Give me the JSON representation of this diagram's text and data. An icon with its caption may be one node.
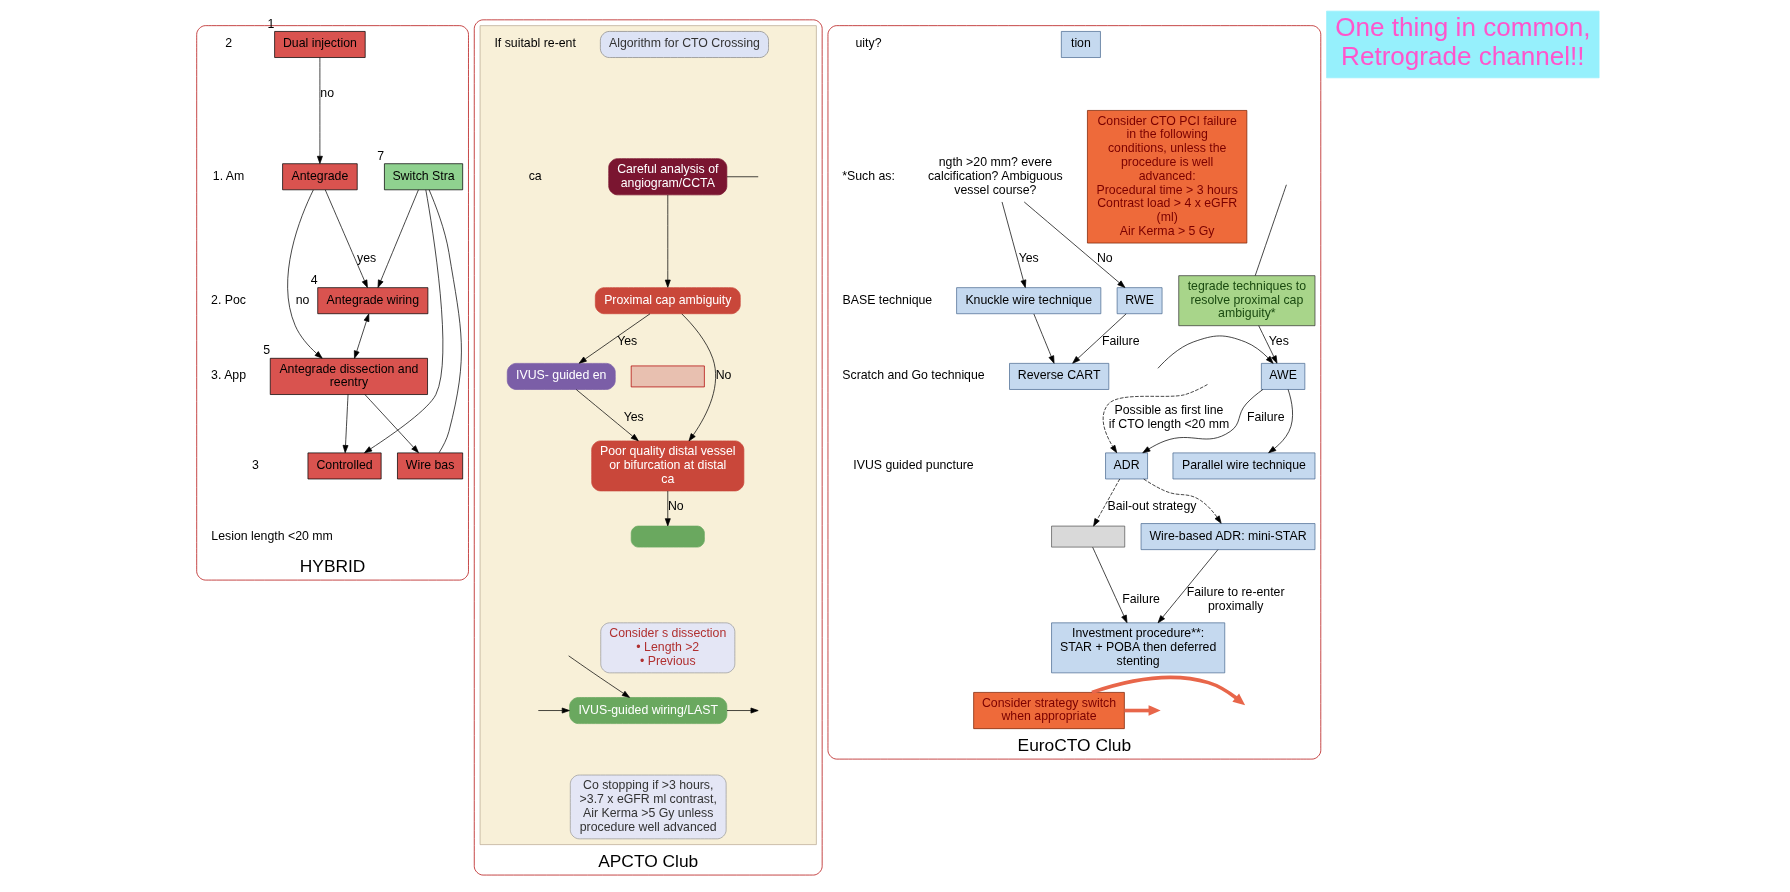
{
  "diagram": {
    "nodes": [
      {
        "text": [
          "HYBRID"
        ]
      },
      {
        "text": [
          "Dual injection"
        ],
        "in": 0,
        "beside": [
          "1"
        ]
      },
      {
        "text": [
          "Antegrade"
        ],
        "in": 0
      },
      {
        "text": [
          "Antegrade wiring"
        ],
        "in": 0,
        "beside": [
          "4"
        ]
      },
      {
        "text": [
          "Antegrade dissection and reentry"
        ],
        "in": 0,
        "beside": [
          "5"
        ]
      },
      {
        "text": [
          "Controlled"
        ],
        "in": 0
      },
      {
        "text": [
          "Wire bas"
        ],
        "in": 0
      },
      {
        "text": [
          "Switch Stra"
        ],
        "in": 0,
        "beside": [
          "7"
        ]
      },
      {
        "text": [
          "APCTO Club"
        ]
      },
      {
        "text": [],
        "shape": "box",
        "in": 8
      },
      {
        "text": [
          "Algorithm for CTO Crossing"
        ],
        "in": 9
      },
      {
        "text": [
          "Careful analysis of angiogram/CCTA"
        ],
        "in": 9
      },
      {
        "text": [
          "Proximal cap ambiguity"
        ],
        "in": 9
      },
      {
        "text": [
          "IVUS- guided en"
        ],
        "in": 9
      },
      {
        "text": [],
        "shape": "box",
        "in": 9
      },
      {
        "text": [
          "Poor quality distal vessel or bifurcation at distal ca"
        ],
        "in": 9
      },
      {
        "text": [],
        "shape": "box",
        "in": 9
      },
      {
        "text": [
          "Consider s dissection",
          "• Length >2",
          "• Previous"
        ],
        "in": 9
      },
      {
        "text": [
          "IVUS-guided wiring/LAST"
        ],
        "in": 9
      },
      {
        "text": [
          "Co stopping if >3 hours, >3.7 x eGFR ml contrast, Air Kerma >5 Gy unless procedure well advanced"
        ],
        "in": 9
      },
      {
        "text": [
          "EuroCTO Club"
        ]
      },
      {
        "text": [
          "tion"
        ],
        "in": 20
      },
      {
        "text": [
          "Consider CTO PCI failure in the following conditions, unless the procedure is well advanced:",
          "Procedural time > 3 hours",
          "Contrast load > 4 x eGFR (ml)",
          "Air Kerma > 5 Gy"
        ],
        "in": 20
      },
      {
        "text": [
          "tegrade techniques to resolve proximal cap ambiguity*"
        ],
        "in": 20
      },
      {
        "text": [
          "AWE"
        ],
        "in": 20
      },
      {
        "text": [
          "ADR"
        ],
        "in": 20
      },
      {
        "text": [
          "Parallel wire technique"
        ],
        "in": 20
      },
      {
        "text": [],
        "shape": "box",
        "in": 20
      },
      {
        "text": [
          "Wire-based ADR: mini-STAR"
        ],
        "in": 20
      },
      {
        "text": [
          "Investment procedure**: STAR + POBA then deferred stenting"
        ],
        "in": 20
      },
      {
        "text": [
          "ngth >20 mm? evere calcification? Ambiguous vessel course?"
        ],
        "in": 20
      },
      {
        "text": [
          "RWE"
        ],
        "in": 20
      },
      {
        "text": [
          "Knuckle wire technique"
        ],
        "in": 20
      },
      {
        "text": [
          "Reverse CART"
        ],
        "in": 20
      },
      {
        "text": [
          "Consider strategy switch when appropriate"
        ],
        "in": 20
      },
      {
        "text": [
          "One thing in common, Retrograde channel!!"
        ]
      }
    ],
    "edges": [
      {
        "from": 1,
        "to": 2,
        "arrow": "to",
        "label": "no"
      },
      {
        "from": 2,
        "to": 3,
        "arrow": "to",
        "label": "yes"
      },
      {
        "from": 2,
        "to": 4,
        "arrow": "to",
        "label": "no"
      },
      {
        "from": 3,
        "to": 4,
        "arrow": "both"
      },
      {
        "from": 4,
        "to": 5,
        "arrow": "to"
      },
      {
        "from": 4,
        "to": 6,
        "arrow": "to"
      },
      {
        "from": 7,
        "to": 3,
        "arrow": "to"
      },
      {
        "from": 7,
        "to": 5,
        "arrow": "to"
      },
      {
        "from": 7,
        "to": 6,
        "arrow": "none"
      },
      {
        "from": 11,
        "to": null,
        "arrow": "none"
      },
      {
        "from": 11,
        "to": 12,
        "arrow": "to"
      },
      {
        "from": 12,
        "to": 13,
        "arrow": "to",
        "label": "Yes"
      },
      {
        "from": 12,
        "to": 15,
        "arrow": "to",
        "label": "No"
      },
      {
        "from": 13,
        "to": 15,
        "arrow": "to",
        "label": "Yes"
      },
      {
        "from": 15,
        "to": 16,
        "arrow": "to",
        "label": "No"
      },
      {
        "from": null,
        "to": 18,
        "arrow": "to"
      },
      {
        "from": 18,
        "to": null,
        "arrow": "to"
      },
      {
        "from": null,
        "to": 18,
        "arrow": "to"
      },
      {
        "from": null,
        "to": 23,
        "arrow": "none"
      },
      {
        "from": 23,
        "to": 24,
        "arrow": "to",
        "label": "Yes"
      },
      {
        "from": 24,
        "to": 25,
        "arrow": "to",
        "label": "Failure"
      },
      {
        "from": 24,
        "to": 26,
        "arrow": "to"
      },
      {
        "from": null,
        "to": 25,
        "arrow": "to",
        "style": "dashed",
        "label": "Possible as first line if CTO length <20 mm"
      },
      {
        "from": 25,
        "to": 27,
        "arrow": "to",
        "style": "dashed",
        "label": "Bail-out strategy"
      },
      {
        "from": 25,
        "to": 28,
        "arrow": "to",
        "style": "dashed"
      },
      {
        "from": 27,
        "to": 29,
        "arrow": "to",
        "label": "Failure"
      },
      {
        "from": 28,
        "to": 29,
        "arrow": "to",
        "label": "Failure to re-enter proximally"
      },
      {
        "from": 30,
        "to": 31,
        "arrow": "to",
        "label": "No"
      },
      {
        "from": 30,
        "to": 32,
        "arrow": "to",
        "label": "Yes"
      },
      {
        "from": 32,
        "to": 33,
        "arrow": "to"
      },
      {
        "from": 31,
        "to": 33,
        "arrow": "to",
        "label": "Failure"
      },
      {
        "from": 34,
        "to": null,
        "arrow": "to",
        "style": "thick",
        "color": "#e8664a"
      },
      {
        "from": 34,
        "to": null,
        "arrow": "to",
        "style": "thick",
        "color": "#e8664a"
      },
      {
        "from": null,
        "to": 24,
        "arrow": "to"
      }
    ],
    "labels": [
      "2",
      "1. Am",
      "2. Poc",
      "3. App",
      "3",
      "Lesion length <20 mm",
      "If suitabl re-ent",
      "ca",
      "uity?",
      "*Such as:",
      "BASE technique",
      "Scratch and Go technique",
      "IVUS guided puncture"
    ]
  }
}
